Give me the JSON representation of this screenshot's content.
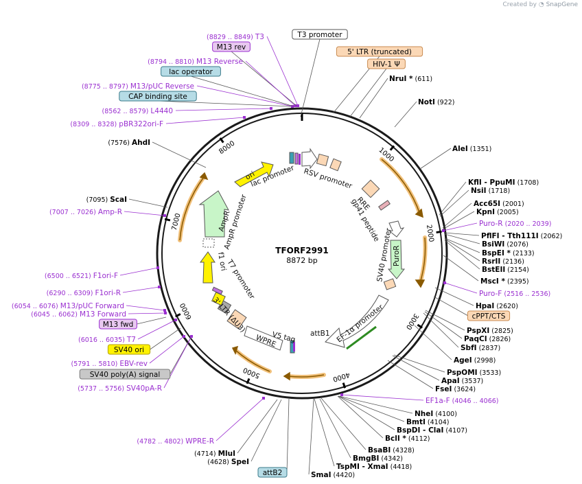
{
  "credit": {
    "created_by": "Created by",
    "brand": "SnapGene"
  },
  "plasmid": {
    "name": "TFORF2991",
    "length": "8872 bp"
  },
  "ruler": [
    "1000",
    "2000",
    "3000",
    "4000",
    "5000",
    "6000",
    "7000",
    "8000"
  ],
  "colors": {
    "backbone": "#1a1a1a",
    "primer": "#9a2fd0",
    "promoter_box": "#ffffff",
    "ltr": "#fbd8b6",
    "ori": "#fff200",
    "ampr": "#c8f5c8",
    "puro": "#c8f5c8",
    "sv40pa": "#a9a9a9",
    "attb": "#3aa0b4",
    "orange_bar": "#e89b2c"
  },
  "labels": {
    "top": [
      {
        "text": "(8829 .. 8849)",
        "name": "T3",
        "kind": "primer"
      },
      {
        "text": "M13 rev",
        "kind": "box_purple"
      },
      {
        "text": "(8794 .. 8810)",
        "name": "M13 Reverse",
        "kind": "primer"
      },
      {
        "text": "lac operator",
        "kind": "box_teal"
      },
      {
        "text": "(8775 .. 8797)",
        "name": "M13/pUC Reverse",
        "kind": "primer"
      },
      {
        "text": "CAP binding site",
        "kind": "box_teal"
      },
      {
        "text": "(8562 .. 8579)",
        "name": "L4440",
        "kind": "primer"
      },
      {
        "text": "(8309 .. 8328)",
        "name": "pBR322ori-F",
        "kind": "primer"
      },
      {
        "text": "T3 promoter",
        "kind": "box_white"
      },
      {
        "text": "5' LTR (truncated)",
        "kind": "box_peach"
      },
      {
        "text": "HIV-1 Ψ",
        "kind": "box_peach"
      },
      {
        "name": "NruI *",
        "text": "(611)",
        "kind": "enzyme"
      },
      {
        "name": "NotI",
        "text": "(922)",
        "kind": "enzyme"
      },
      {
        "name": "AleI",
        "text": "(1351)",
        "kind": "enzyme"
      }
    ],
    "right": [
      {
        "name": "KflI",
        "name2": "- PpuMI",
        "text": "(1708)",
        "kind": "enzyme"
      },
      {
        "name": "NsiI",
        "text": "(1718)",
        "kind": "enzyme"
      },
      {
        "name": "Acc65I",
        "text": "(2001)",
        "kind": "enzyme"
      },
      {
        "name": "KpnI",
        "text": "(2005)",
        "kind": "enzyme"
      },
      {
        "name": "Puro-R",
        "text": "(2020 .. 2039)",
        "kind": "primer"
      },
      {
        "name": "PflFI",
        "name2": "- Tth111I",
        "text": "(2062)",
        "kind": "enzyme"
      },
      {
        "name": "BsiWI",
        "text": "(2076)",
        "kind": "enzyme"
      },
      {
        "name": "BspEI *",
        "text": "(2133)",
        "kind": "enzyme"
      },
      {
        "name": "RsrII",
        "text": "(2136)",
        "kind": "enzyme"
      },
      {
        "name": "BstEII",
        "text": "(2154)",
        "kind": "enzyme"
      },
      {
        "name": "MscI *",
        "text": "(2395)",
        "kind": "enzyme"
      },
      {
        "name": "Puro-F",
        "text": "(2516 .. 2536)",
        "kind": "primer"
      },
      {
        "name": "HpaI",
        "text": "(2620)",
        "kind": "enzyme"
      },
      {
        "text": "cPPT/CTS",
        "kind": "box_peach"
      },
      {
        "name": "PspXI",
        "text": "(2825)",
        "kind": "enzyme"
      },
      {
        "name": "PaqCI",
        "text": "(2826)",
        "kind": "enzyme"
      },
      {
        "name": "SbfI",
        "text": "(2837)",
        "kind": "enzyme"
      },
      {
        "name": "AgeI",
        "text": "(2998)",
        "kind": "enzyme"
      },
      {
        "name": "PspOMI",
        "text": "(3533)",
        "kind": "enzyme"
      },
      {
        "name": "ApaI",
        "text": "(3537)",
        "kind": "enzyme"
      },
      {
        "name": "FseI",
        "text": "(3624)",
        "kind": "enzyme"
      },
      {
        "name": "EF1a-F",
        "text": "(4046 .. 4066)",
        "kind": "primer"
      },
      {
        "name": "NheI",
        "text": "(4100)",
        "kind": "enzyme"
      },
      {
        "name": "BmtI",
        "text": "(4104)",
        "kind": "enzyme"
      },
      {
        "name": "BspDI",
        "name2": "- ClaI",
        "text": "(4107)",
        "kind": "enzyme"
      },
      {
        "name": "BclI *",
        "text": "(4112)",
        "kind": "enzyme"
      },
      {
        "name": "BsaBI",
        "text": "(4328)",
        "kind": "enzyme"
      },
      {
        "name": "BmgBI",
        "text": "(4342)",
        "kind": "enzyme"
      },
      {
        "name": "TspMI",
        "name2": "- XmaI",
        "text": "(4418)",
        "kind": "enzyme"
      },
      {
        "name": "SmaI",
        "text": "(4420)",
        "kind": "enzyme"
      }
    ],
    "left": [
      {
        "name": "AhdI",
        "text": "(7576)",
        "kind": "enzyme"
      },
      {
        "name": "ScaI",
        "text": "(7095)",
        "kind": "enzyme"
      },
      {
        "name": "Amp-R",
        "text": "(7007 .. 7026)",
        "kind": "primer"
      },
      {
        "name": "F1ori-F",
        "text": "(6500 .. 6521)",
        "kind": "primer"
      },
      {
        "name": "F1ori-R",
        "text": "(6290 .. 6309)",
        "kind": "primer"
      },
      {
        "name": "M13/pUC Forward",
        "text": "(6054 .. 6076)",
        "kind": "primer"
      },
      {
        "name": "M13 Forward",
        "text": "(6045 .. 6062)",
        "kind": "primer"
      },
      {
        "text": "M13 fwd",
        "kind": "box_purple"
      },
      {
        "name": "T7",
        "text": "(6016 .. 6035)",
        "kind": "primer"
      },
      {
        "text": "SV40 ori",
        "kind": "box_yellow"
      },
      {
        "name": "EBV-rev",
        "text": "(5791 .. 5810)",
        "kind": "primer"
      },
      {
        "text": "SV40 poly(A) signal",
        "kind": "box_gray"
      },
      {
        "name": "SV40pA-R",
        "text": "(5737 .. 5756)",
        "kind": "primer"
      },
      {
        "name": "WPRE-R",
        "text": "(4782 .. 4802)",
        "kind": "primer"
      },
      {
        "name": "MluI",
        "text": "(4714)",
        "kind": "enzyme"
      },
      {
        "name": "SpeI",
        "text": "(4628)",
        "kind": "enzyme"
      },
      {
        "text": "attB2",
        "kind": "box_teal"
      }
    ]
  },
  "inner": {
    "lac_promoter": "lac promoter",
    "rsv_promoter": "RSV promoter",
    "rre": "RRE",
    "gp41": "gp41 peptide",
    "sv40_promoter": "SV40 promoter",
    "puror": "PuroR",
    "ef1a_promoter": "EF-1α promoter",
    "attb1": "attB1",
    "v5_tag": "V5 tag",
    "wpre": "WPRE",
    "ltr3": "3' LTR (ΔU3)",
    "t7_promoter": "T7 promoter",
    "f1_ori": "f1 ori",
    "ampr_promoter": "AmpR promoter",
    "ampr": "AmpR",
    "ori": "ori"
  }
}
